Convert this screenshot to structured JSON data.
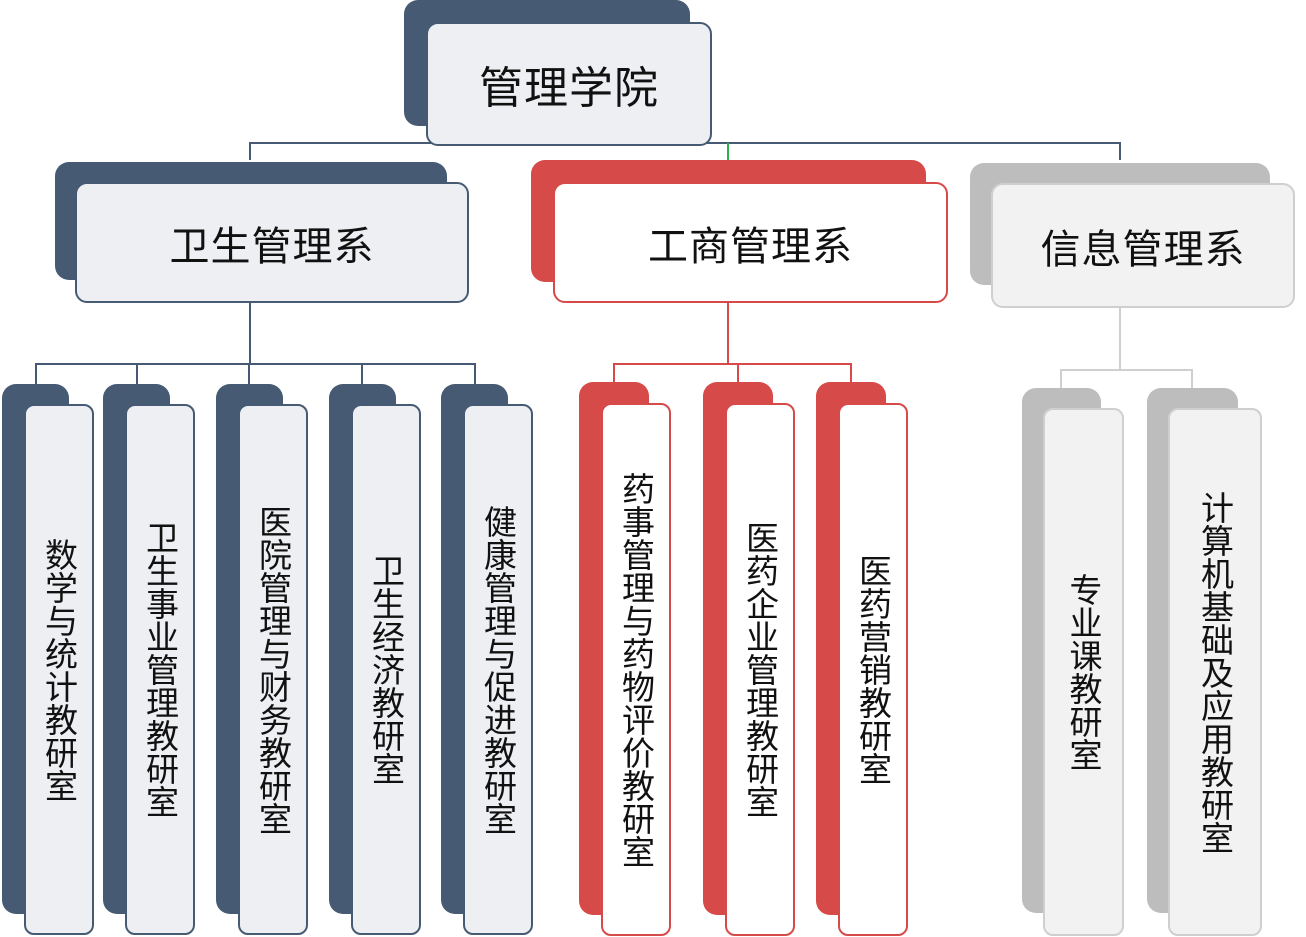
{
  "colors": {
    "navy": "#465b73",
    "red": "#d64a4a",
    "gray": "#bdbdbd",
    "light_fill": "#eeeff2",
    "green_connector": "#2bb34b"
  },
  "root": {
    "label": "管理学院"
  },
  "departments": [
    {
      "label": "卫生管理系",
      "color": "navy",
      "sections": [
        "数学与统计教研室",
        "卫生事业管理教研室",
        "医院管理与财务教研室",
        "卫生经济教研室",
        "健康管理与促进教研室"
      ]
    },
    {
      "label": "工商管理系",
      "color": "red",
      "sections": [
        "药事管理与药物评价教研室",
        "医药企业管理教研室",
        "医药营销教研室"
      ]
    },
    {
      "label": "信息管理系",
      "color": "gray",
      "sections": [
        "专业课教研室",
        "计算机基础及应用教研室"
      ]
    }
  ]
}
